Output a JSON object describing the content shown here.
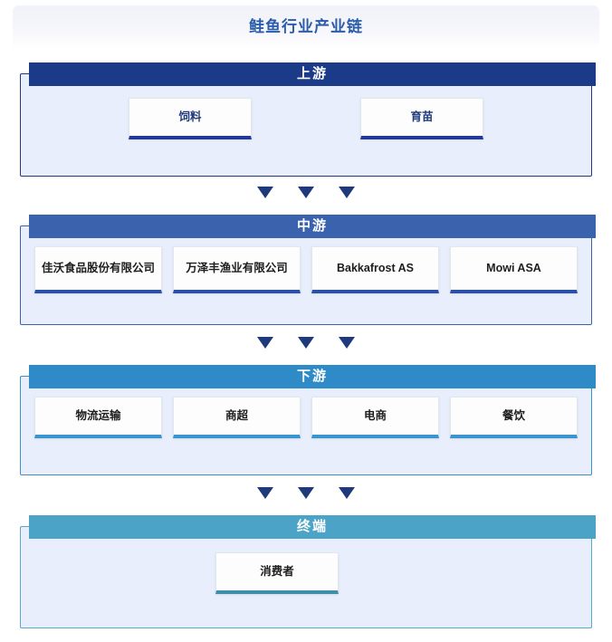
{
  "title": "鲑鱼行业产业链",
  "colors": {
    "title_text": "#2a5caa",
    "upstream": "#1b3a87",
    "midstream": "#3a62ad",
    "downstream": "#2e8bc7",
    "terminal": "#4ba3c7",
    "panel_bg": "#e8eefb",
    "arrow": "#1f3a7a"
  },
  "sections": [
    {
      "key": "upstream",
      "header": "上游",
      "nodes": [
        {
          "label": "饲料"
        },
        {
          "label": "育苗"
        }
      ]
    },
    {
      "key": "midstream",
      "header": "中游",
      "nodes": [
        {
          "label": "佳沃食品股份有限公司"
        },
        {
          "label": "万泽丰渔业有限公司"
        },
        {
          "label": "Bakkafrost AS"
        },
        {
          "label": "Mowi ASA"
        }
      ]
    },
    {
      "key": "downstream",
      "header": "下游",
      "nodes": [
        {
          "label": "物流运输"
        },
        {
          "label": "商超"
        },
        {
          "label": "电商"
        },
        {
          "label": "餐饮"
        }
      ]
    },
    {
      "key": "terminal",
      "header": "终端",
      "nodes": [
        {
          "label": "消费者"
        }
      ]
    }
  ],
  "connectors": [
    {
      "name": "upstream-to-midstream",
      "glyph_count": 3
    },
    {
      "name": "midstream-to-downstream",
      "glyph_count": 3
    },
    {
      "name": "downstream-to-terminal",
      "glyph_count": 3
    }
  ]
}
